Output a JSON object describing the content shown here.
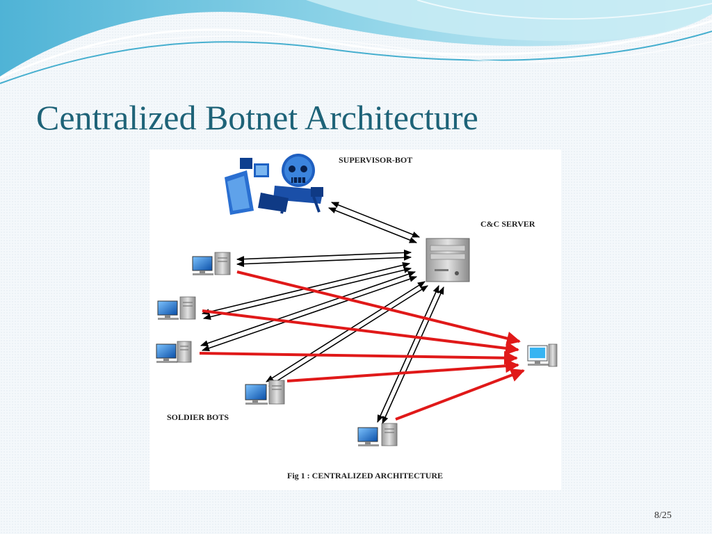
{
  "slide": {
    "title": "Centralized Botnet Architecture",
    "page_number": "8/25"
  },
  "figure": {
    "labels": {
      "supervisor": "SUPERVISOR-BOT",
      "cc_server": "C&C SERVER",
      "soldiers": "SOLDIER BOTS",
      "caption": "Fig 1 : CENTRALIZED ARCHITECTURE"
    },
    "nodes": [
      "supervisor-bot",
      "cc-server",
      "soldier-bot-1",
      "soldier-bot-2",
      "soldier-bot-3",
      "soldier-bot-4",
      "soldier-bot-5",
      "victim"
    ],
    "edges": [
      {
        "from": "supervisor-bot",
        "to": "cc-server",
        "style": "double-arrow",
        "color": "#000000"
      },
      {
        "from": "cc-server",
        "to": "soldier-bot-1",
        "style": "double-arrow",
        "color": "#000000"
      },
      {
        "from": "cc-server",
        "to": "soldier-bot-2",
        "style": "double-arrow",
        "color": "#000000"
      },
      {
        "from": "cc-server",
        "to": "soldier-bot-3",
        "style": "double-arrow",
        "color": "#000000"
      },
      {
        "from": "cc-server",
        "to": "soldier-bot-4",
        "style": "double-arrow",
        "color": "#000000"
      },
      {
        "from": "cc-server",
        "to": "soldier-bot-5",
        "style": "double-arrow",
        "color": "#000000"
      },
      {
        "from": "soldier-bot-1",
        "to": "victim",
        "style": "arrow",
        "color": "#e01919"
      },
      {
        "from": "soldier-bot-2",
        "to": "victim",
        "style": "arrow",
        "color": "#e01919"
      },
      {
        "from": "soldier-bot-3",
        "to": "victim",
        "style": "arrow",
        "color": "#e01919"
      },
      {
        "from": "soldier-bot-4",
        "to": "victim",
        "style": "arrow",
        "color": "#e01919"
      },
      {
        "from": "soldier-bot-5",
        "to": "victim",
        "style": "arrow",
        "color": "#e01919"
      }
    ]
  },
  "colors": {
    "title": "#1e6378",
    "attack_arrow": "#e01919",
    "command_arrow": "#000000",
    "wave_light": "#bfe6f1",
    "wave_mid": "#5ec0db",
    "wave_dark": "#1a9cc4"
  }
}
